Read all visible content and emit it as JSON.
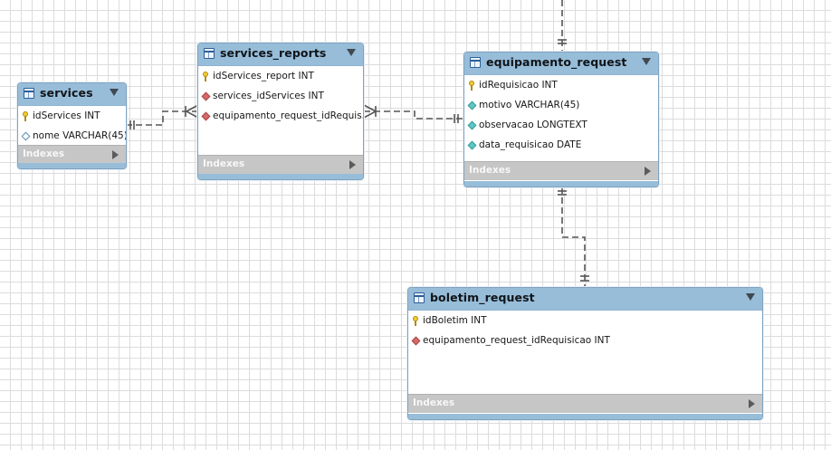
{
  "diagram": {
    "tables": [
      {
        "id": "services",
        "title": "services",
        "columns": [
          {
            "name": "idServices INT",
            "key": "pk"
          },
          {
            "name": "nome VARCHAR(45)",
            "key": "attr-empty"
          }
        ],
        "indexes_label": "Indexes"
      },
      {
        "id": "services_reports",
        "title": "services_reports",
        "columns": [
          {
            "name": "idServices_report INT",
            "key": "pk"
          },
          {
            "name": "services_idServices INT",
            "key": "fk"
          },
          {
            "name": "equipamento_request_idRequis...",
            "key": "fk"
          }
        ],
        "indexes_label": "Indexes"
      },
      {
        "id": "equipamento_request",
        "title": "equipamento_request",
        "columns": [
          {
            "name": "idRequisicao INT",
            "key": "pk"
          },
          {
            "name": "motivo VARCHAR(45)",
            "key": "attr"
          },
          {
            "name": "observacao LONGTEXT",
            "key": "attr"
          },
          {
            "name": "data_requisicao DATE",
            "key": "attr"
          }
        ],
        "indexes_label": "Indexes"
      },
      {
        "id": "boletim_request",
        "title": "boletim_request",
        "columns": [
          {
            "name": "idBoletim INT",
            "key": "pk"
          },
          {
            "name": "equipamento_request_idRequisicao INT",
            "key": "fk"
          }
        ],
        "indexes_label": "Indexes"
      }
    ],
    "relationships": [
      {
        "from": "services",
        "to": "services_reports",
        "cardinality": "one-to-many"
      },
      {
        "from": "equipamento_request",
        "to": "services_reports",
        "cardinality": "one-to-many"
      },
      {
        "from": "equipamento_request",
        "to": "boletim_request",
        "cardinality": "one-to-one"
      }
    ],
    "colors": {
      "header": "#97bdd9",
      "border": "#7fa3c1",
      "indexes_bar": "#c6c6c6",
      "line": "#555555"
    }
  }
}
